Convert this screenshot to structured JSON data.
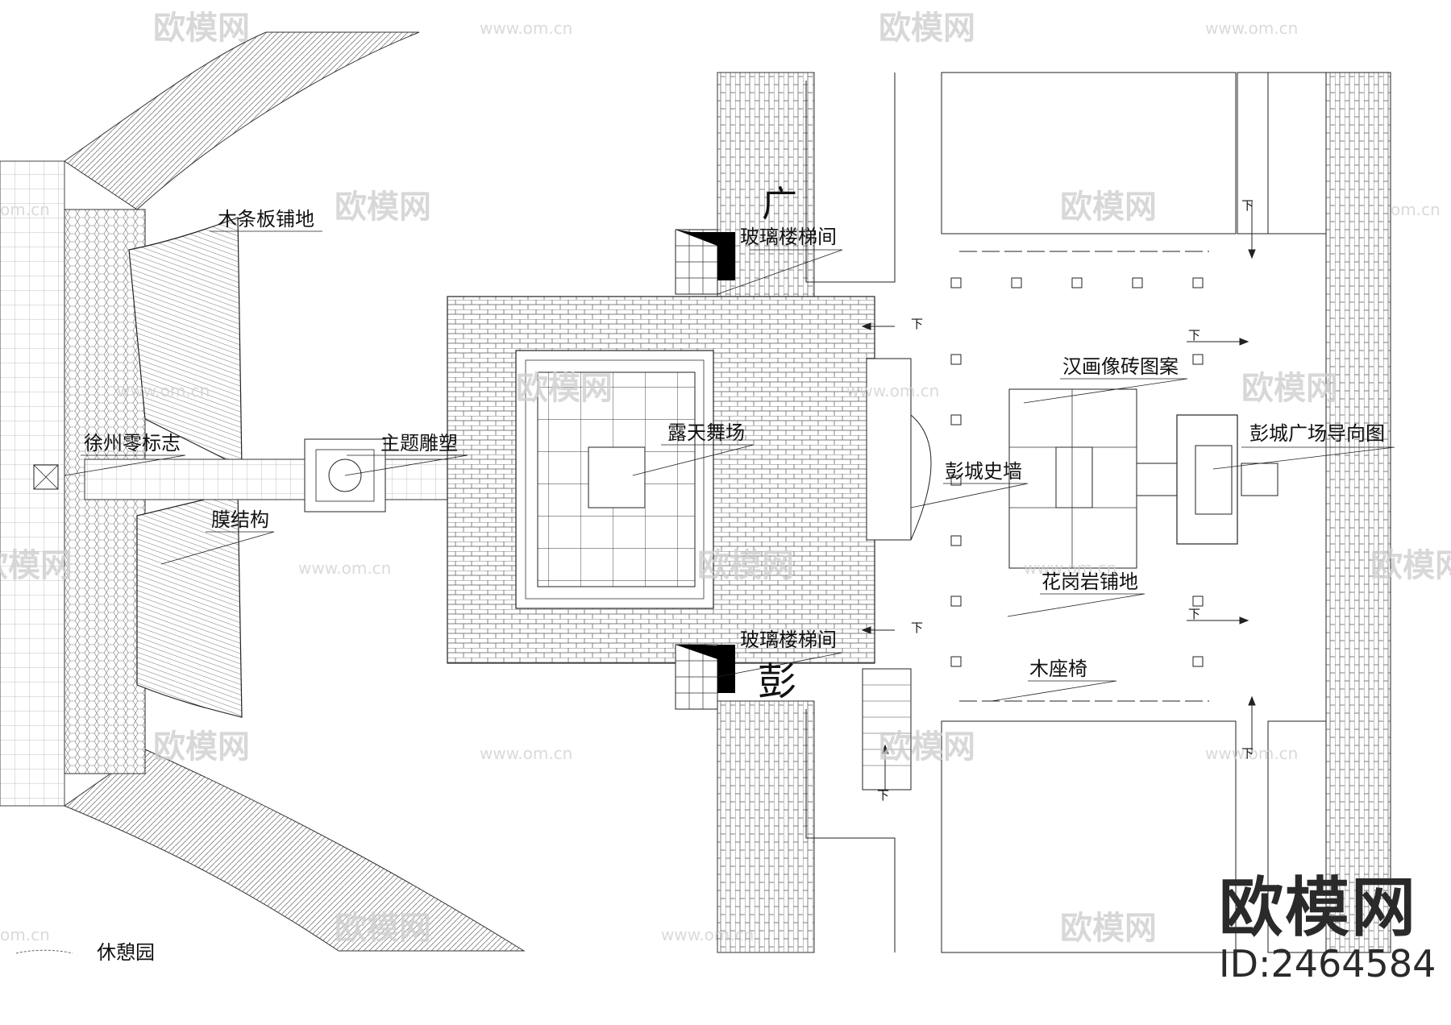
{
  "labels": {
    "wood_strip_paving": "木条板铺地",
    "xuzhou_zero_marker": "徐州零标志",
    "membrane_structure": "膜结构",
    "theme_sculpture": "主题雕塑",
    "open_air_stage": "露天舞场",
    "glass_stairwell_top": "玻璃楼梯间",
    "glass_stairwell_bottom": "玻璃楼梯间",
    "guang_char": "广",
    "peng_char": "彭",
    "han_brick_pattern": "汉画像砖图案",
    "pengcheng_history_wall": "彭城史墙",
    "pengcheng_square_guide_map": "彭城广场导向图",
    "granite_paving": "花岗岩铺地",
    "wooden_bench": "木座椅",
    "leisure_garden": "休憩园",
    "down_mark": "下"
  },
  "watermark": {
    "logo_text": "欧模网",
    "url_text": "www.om.cn",
    "url_partial": "om.cn",
    "partial_left": "欧模网"
  },
  "brand": {
    "name": "欧模网",
    "id": "ID:2464584"
  }
}
